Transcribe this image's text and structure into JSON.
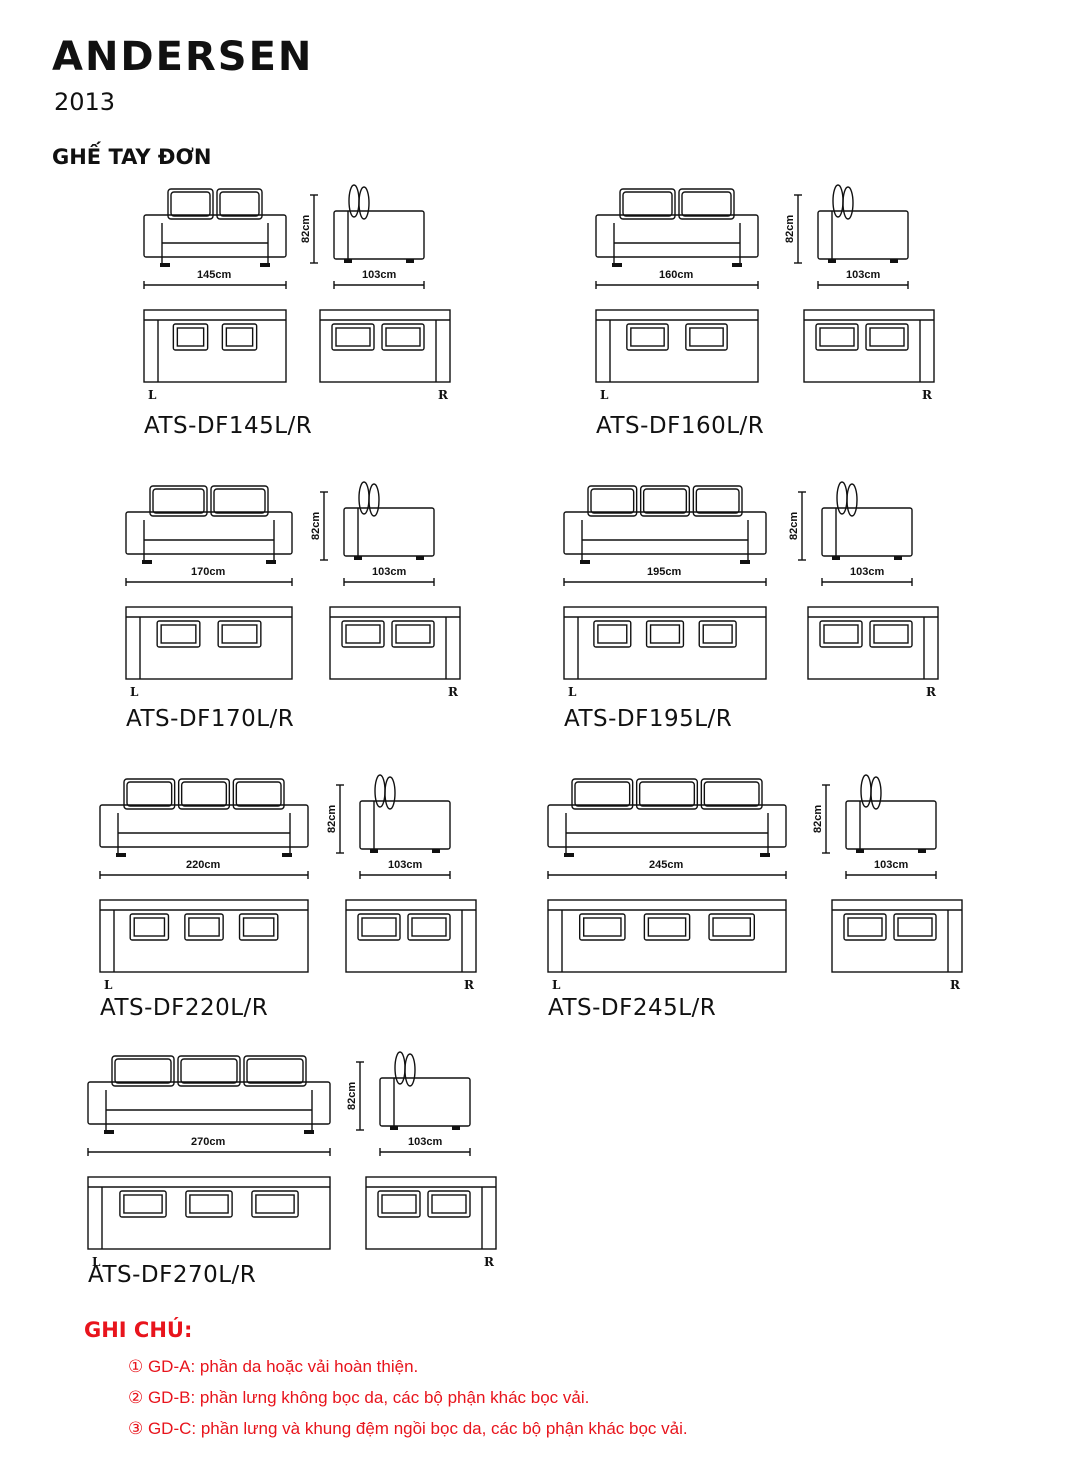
{
  "header": {
    "title": "ANDERSEN",
    "year": "2013",
    "section": "GHẾ TAY ĐƠN"
  },
  "products": [
    {
      "model": "ATS-DF145L/R",
      "width": "145cm",
      "depth": "103cm",
      "height": "82cm",
      "left": "L",
      "right": "R",
      "cushions": 2
    },
    {
      "model": "ATS-DF160L/R",
      "width": "160cm",
      "depth": "103cm",
      "height": "82cm",
      "left": "L",
      "right": "R",
      "cushions": 2
    },
    {
      "model": "ATS-DF170L/R",
      "width": "170cm",
      "depth": "103cm",
      "height": "82cm",
      "left": "L",
      "right": "R",
      "cushions": 2
    },
    {
      "model": "ATS-DF195L/R",
      "width": "195cm",
      "depth": "103cm",
      "height": "82cm",
      "left": "L",
      "right": "R",
      "cushions": 3
    },
    {
      "model": "ATS-DF220L/R",
      "width": "220cm",
      "depth": "103cm",
      "height": "82cm",
      "left": "L",
      "right": "R",
      "cushions": 3
    },
    {
      "model": "ATS-DF245L/R",
      "width": "245cm",
      "depth": "103cm",
      "height": "82cm",
      "left": "L",
      "right": "R",
      "cushions": 3
    },
    {
      "model": "ATS-DF270L/R",
      "width": "270cm",
      "depth": "103cm",
      "height": "82cm",
      "left": "L",
      "right": "R",
      "cushions": 3
    }
  ],
  "notes": {
    "title": "GHI CHÚ:",
    "items": [
      "① GD-A:  phần da hoặc vải hoàn thiện.",
      "② GD-B:  phần lưng không bọc da, các bộ phận khác bọc vải.",
      "③ GD-C:  phần lưng và khung đệm ngồi bọc da, các bộ phận khác bọc vải."
    ]
  }
}
